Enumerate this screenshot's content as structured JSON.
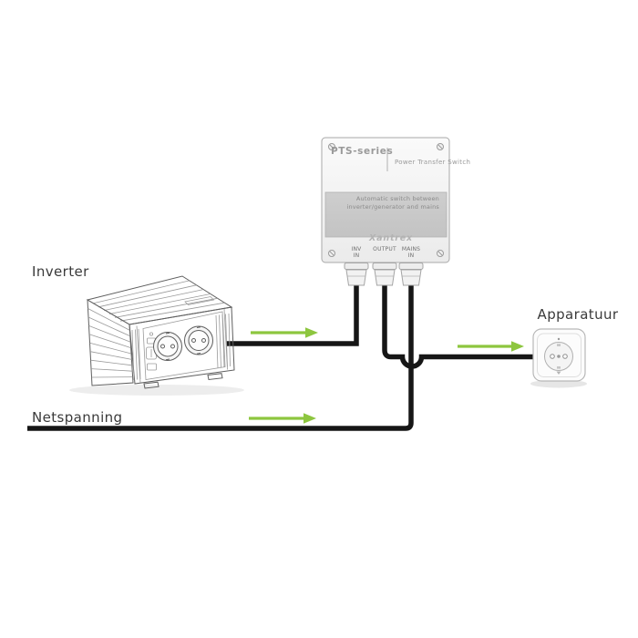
{
  "labels": {
    "inverter": "Inverter",
    "netspanning": "Netspanning",
    "apparatuur": "Apparatuur"
  },
  "pts": {
    "series": "PTS-series",
    "product": "Power Transfer Switch",
    "desc1": "Automatic switch between",
    "desc2": "inverter/generator and mains",
    "brand": "Xantrex",
    "ports": {
      "inv_line1": "INV",
      "inv_line2": "IN",
      "out_line1": "OUTPUT",
      "out_line2": "",
      "mains_line1": "MAINS",
      "mains_line2": "IN"
    }
  },
  "colors": {
    "arrow": "#8dc63f",
    "cable": "#161616",
    "panel": "#f4f4f4",
    "label_panel": "#c9c9c9"
  }
}
